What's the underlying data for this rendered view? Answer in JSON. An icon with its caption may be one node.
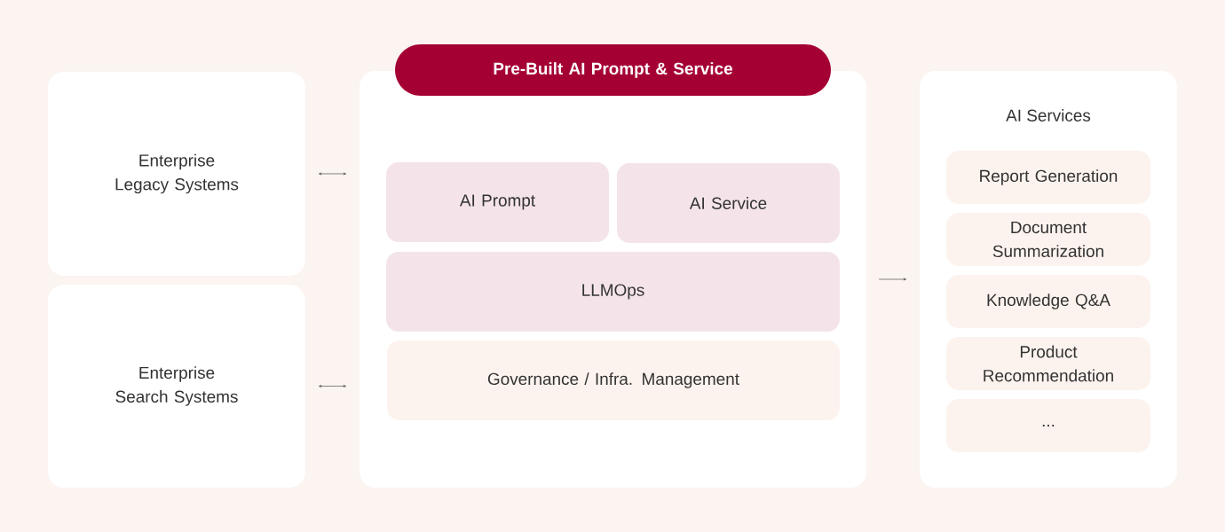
{
  "diagram": {
    "nodes": [
      {
        "text": [
          "Enterprise Legacy Systems"
        ]
      },
      {
        "text": [
          "Enterprise Search Systems"
        ]
      },
      {
        "text": [],
        "shape": "box"
      },
      {
        "text": [
          "Pre-Built AI Prompt & Service"
        ]
      },
      {
        "text": [
          "AI Prompt"
        ],
        "in": 2
      },
      {
        "text": [
          "AI Service"
        ],
        "in": 2
      },
      {
        "text": [
          "LLMOps"
        ],
        "in": 2
      },
      {
        "text": [
          "Governance / Infra. Management"
        ],
        "in": 2
      },
      {
        "text": [
          "AI Services"
        ]
      },
      {
        "text": [
          "Report Generation"
        ],
        "in": 8
      },
      {
        "text": [
          "Document Summarization"
        ],
        "in": 8
      },
      {
        "text": [
          "Knowledge Q&A"
        ],
        "in": 8
      },
      {
        "text": [
          "Product Recommendation"
        ],
        "in": 8
      },
      {
        "text": [
          "..."
        ],
        "in": 8
      }
    ],
    "edges": [
      {
        "from": 0,
        "to": 2,
        "arrow": "both"
      },
      {
        "from": 1,
        "to": 2,
        "arrow": "both"
      },
      {
        "from": 2,
        "to": 8,
        "arrow": "to"
      }
    ]
  }
}
